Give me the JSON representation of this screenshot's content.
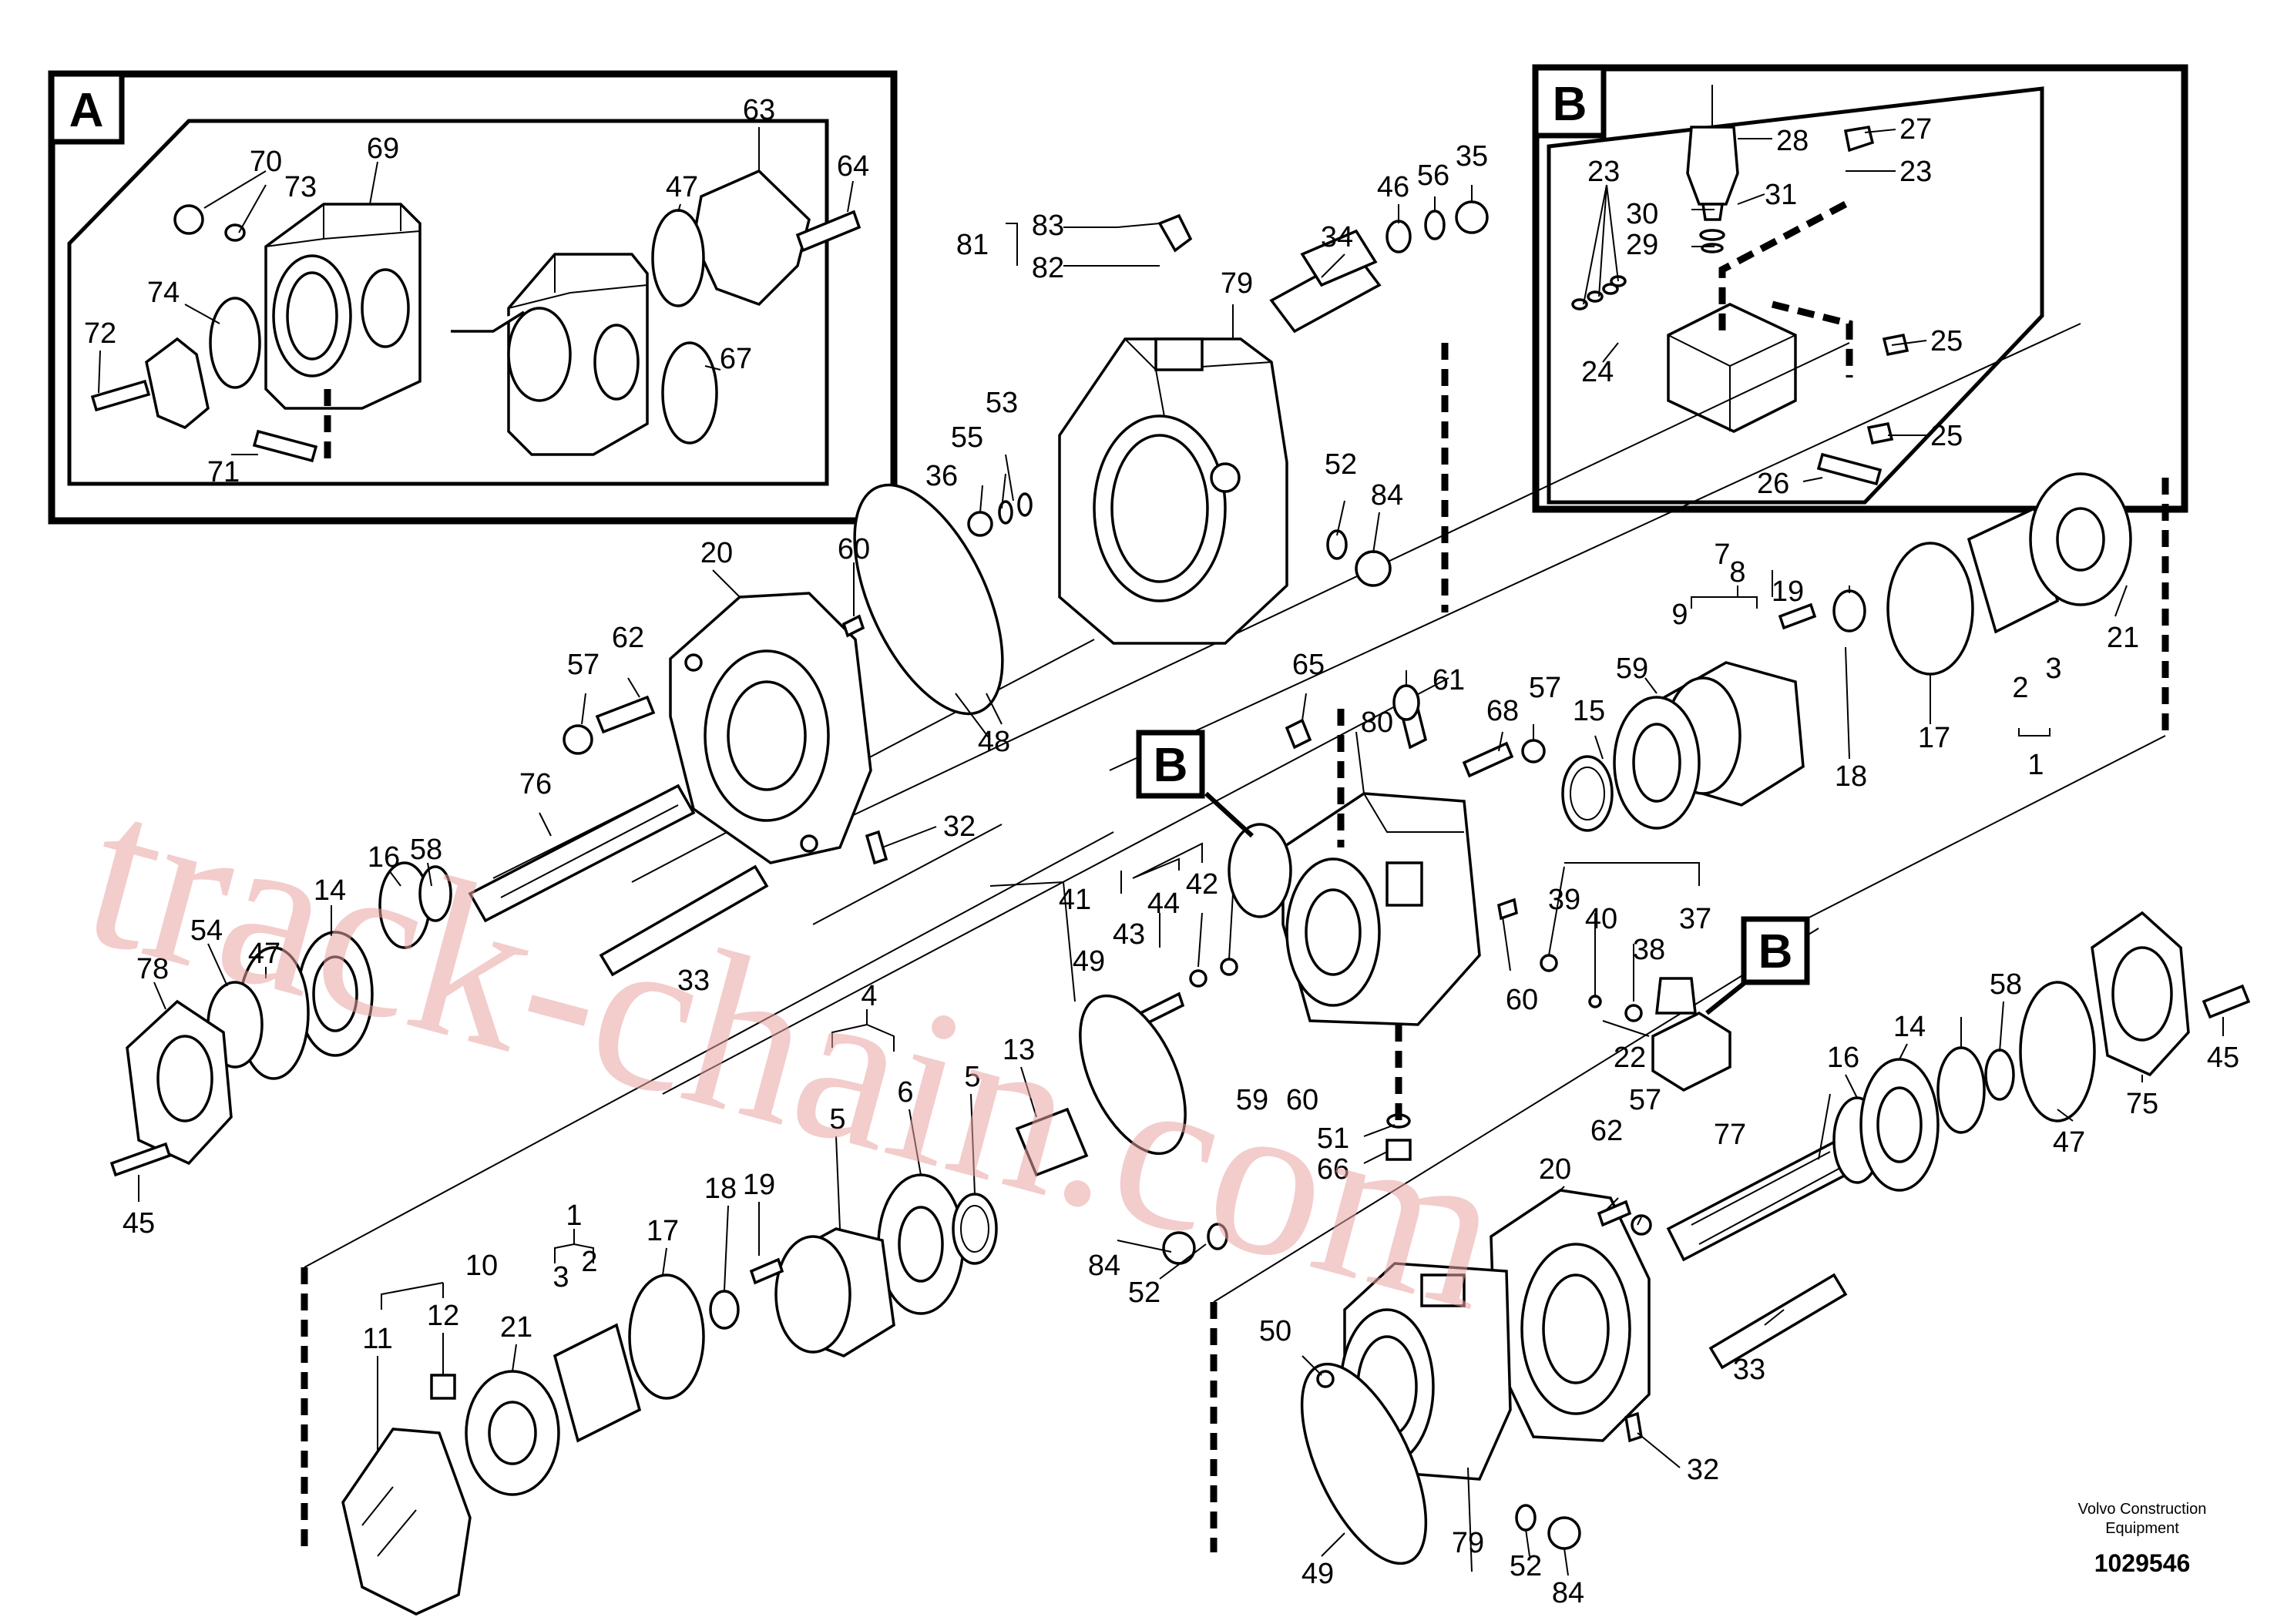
{
  "inset_a": {
    "letter": "A",
    "labels": [
      "63",
      "64",
      "47",
      "67",
      "69",
      "70",
      "73",
      "74",
      "72",
      "71"
    ]
  },
  "inset_b": {
    "letter": "B",
    "labels": [
      "28",
      "27",
      "23",
      "31",
      "30",
      "29",
      "23",
      "24",
      "25",
      "25",
      "26"
    ]
  },
  "refs": {
    "b1": "B",
    "b2": "B"
  },
  "callouts": {
    "c83": "83",
    "c81": "81",
    "c82": "82",
    "c79a": "79",
    "c34": "34",
    "c46a": "46",
    "c56": "56",
    "c35": "35",
    "c53": "53",
    "c55": "55",
    "c36": "36",
    "c52a": "52",
    "c84a": "84",
    "c20a": "20",
    "c60a": "60",
    "c62a": "62",
    "c57a": "57",
    "c48": "48",
    "c32a": "32",
    "c76": "76",
    "c16a": "16",
    "c58a": "58",
    "c14a": "14",
    "c47a": "47",
    "c54": "54",
    "c78": "78",
    "c45a": "45",
    "c33a": "33",
    "c7": "7",
    "c8": "8",
    "c9": "9",
    "c19a": "19",
    "c21a": "21",
    "c2a": "2",
    "c3a": "3",
    "c1a": "1",
    "c17a": "17",
    "c18a": "18",
    "c59a": "59",
    "c15": "15",
    "c65": "65",
    "c61": "61",
    "c80": "80",
    "c68": "68",
    "c57b": "57",
    "c39": "39",
    "c40": "40",
    "c37": "37",
    "c38": "38",
    "c60b": "60",
    "c22": "22",
    "c41": "41",
    "c43": "43",
    "c44": "44",
    "c42": "42",
    "c49a": "49",
    "c59b": "59",
    "c60c": "60",
    "c51": "51",
    "c66": "66",
    "c4": "4",
    "c5a": "5",
    "c5b": "5",
    "c6": "6",
    "c13": "13",
    "c1b": "1",
    "c3b": "3",
    "c2b": "2",
    "c17b": "17",
    "c18b": "18",
    "c19b": "19",
    "c10": "10",
    "c12": "12",
    "c11": "11",
    "c21b": "21",
    "c14b": "14",
    "c16b": "16",
    "c58b": "58",
    "c45b": "45",
    "c47b": "47",
    "c75": "75",
    "c77": "77",
    "c57c": "57",
    "c62b": "62",
    "c20b": "20",
    "c84b": "84",
    "c52b": "52",
    "c50": "50",
    "c33b": "33",
    "c32b": "32",
    "c49b": "49",
    "c79b": "79",
    "c52c": "52",
    "c84c": "84"
  },
  "watermark": "track-chain.com",
  "footer": {
    "brand_line1": "Volvo Construction",
    "brand_line2": "Equipment",
    "doc_number": "1029546"
  }
}
